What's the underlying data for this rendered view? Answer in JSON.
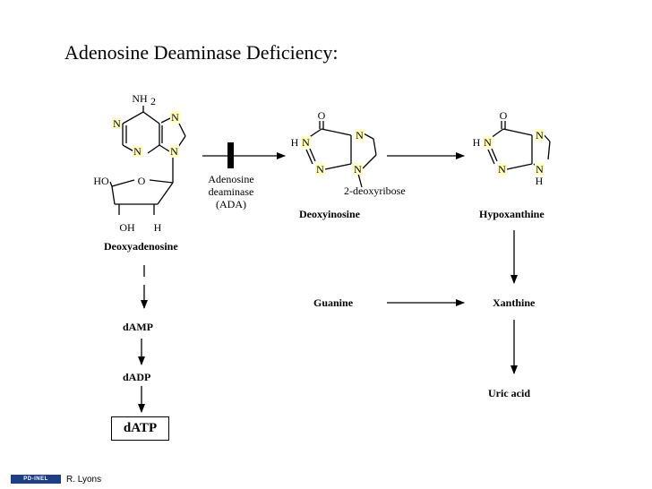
{
  "title": "Adenosine Deaminase Deficiency:",
  "atoms": {
    "nh2": "NH",
    "nh2_sub": "2",
    "n": "N",
    "o": "O",
    "ho": "HO",
    "oh": "OH",
    "h": "H",
    "hn": "H"
  },
  "labels": {
    "deoxyadenosine": "Deoxyadenosine",
    "enzyme_line1": "Adenosine",
    "enzyme_line2": "deaminase",
    "enzyme_line3": "(ADA)",
    "deoxyribose": "2-deoxyribose",
    "deoxyinosine": "Deoxyinosine",
    "hypoxanthine": "Hypoxanthine",
    "guanine": "Guanine",
    "xanthine": "Xanthine",
    "uric_acid": "Uric acid",
    "damp": "dAMP",
    "dadp": "dADP",
    "datp": "dATP"
  },
  "colors": {
    "nitrogen_highlight": "#ffffc0"
  },
  "footer": {
    "logo_text": "PD-INEL",
    "author": "R. Lyons"
  }
}
